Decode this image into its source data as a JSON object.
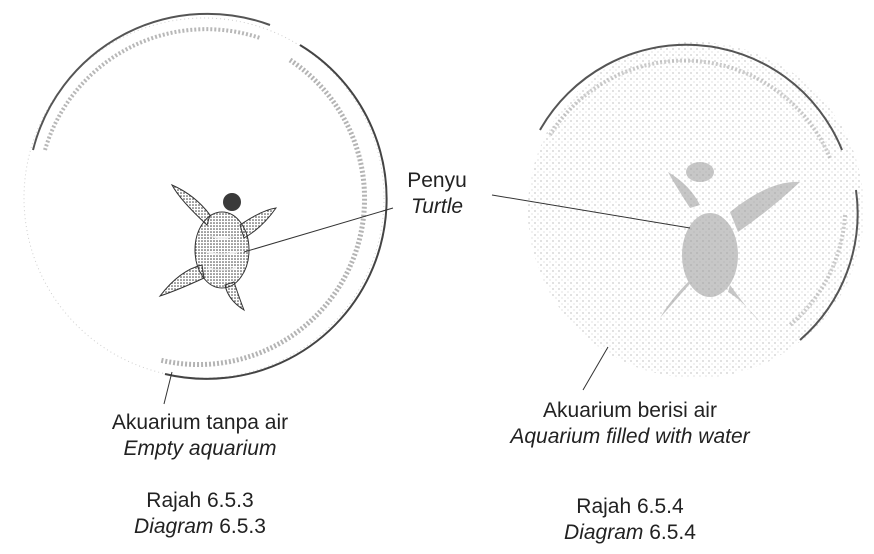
{
  "label_shared": {
    "line1": "Penyu",
    "line2": "Turtle"
  },
  "left_figure": {
    "aquarium_label": {
      "line1": "Akuarium tanpa air",
      "line2": "Empty aquarium"
    },
    "caption": {
      "line1": "Rajah 6.5.3",
      "line2_word": "Diagram",
      "line2_num": "6.5.3"
    }
  },
  "right_figure": {
    "aquarium_label": {
      "line1": "Akuarium berisi air",
      "line2": "Aquarium filled with water"
    },
    "caption": {
      "line1": "Rajah 6.5.4",
      "line2_word": "Diagram",
      "line2_num": "6.5.4"
    }
  }
}
